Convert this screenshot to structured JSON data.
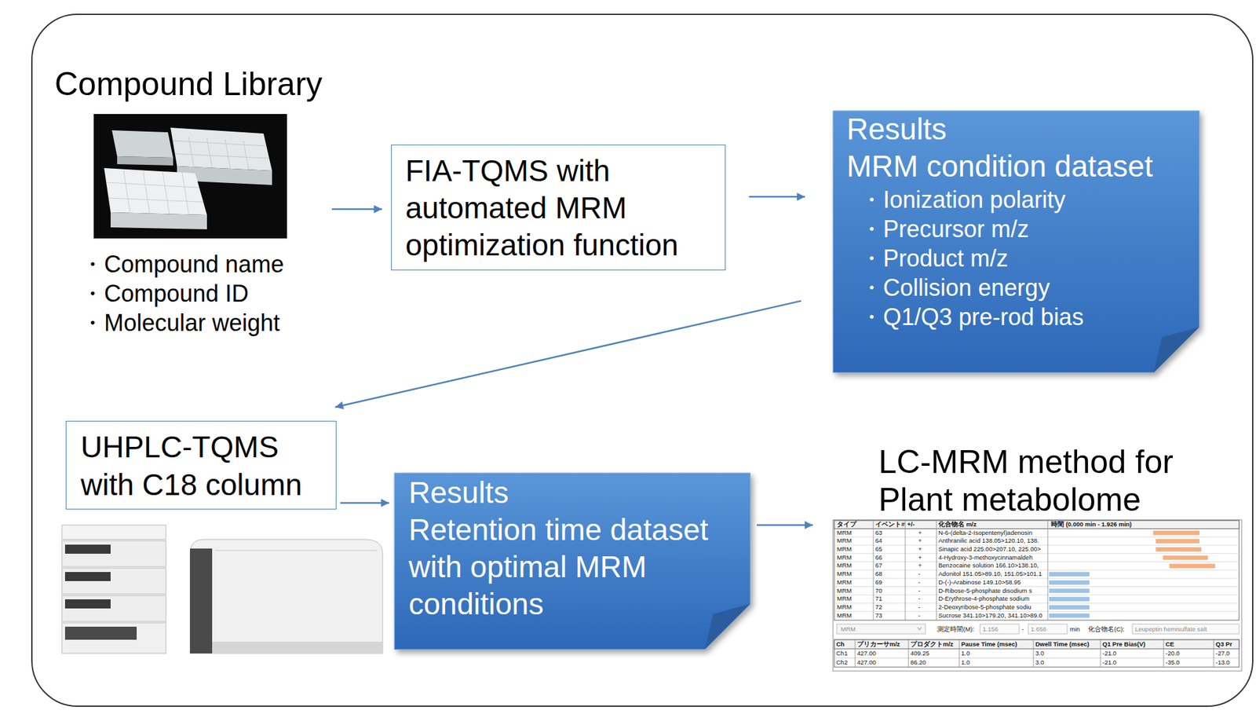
{
  "diagram": {
    "nodes": [
      {
        "text": [
          "Compound Library",
          "・Compound name",
          "・Compound ID",
          "・Molecular weight"
        ]
      },
      {
        "text": [
          "FIA-TQMS with automated MRM optimization function"
        ]
      },
      {
        "text": [
          "Results",
          "MRM condition dataset",
          "・Ionization polarity",
          "・Precursor m/z",
          "・Product m/z",
          "・Collision energy",
          "・Q1/Q3 pre-rod bias"
        ]
      },
      {
        "text": [
          "UHPLC-TQMS with C18 column"
        ]
      },
      {
        "text": [
          "Results",
          "Retention time dataset with optimal MRM conditions"
        ]
      },
      {
        "text": [
          "LC-MRM method for Plant metabolome"
        ]
      }
    ],
    "edges": [
      {
        "from": 0,
        "to": 1,
        "arrow": "to"
      },
      {
        "from": 1,
        "to": 2,
        "arrow": "to"
      },
      {
        "from": 2,
        "to": 3,
        "arrow": "to"
      },
      {
        "from": 3,
        "to": 4,
        "arrow": "to"
      },
      {
        "from": 4,
        "to": 5,
        "arrow": "to"
      }
    ],
    "labels": [
      "タイプ",
      "イベント#",
      "+/-",
      "化合物名 m/z",
      "時間 (0.000 min - 1.926 min)",
      "MRM",
      "63",
      "+",
      "N-6-(delta-2-Isopentenyl)adenosin",
      "MRM",
      "64",
      "+",
      "Anthranilic acid 138.05>120.10, 138.",
      "MRM",
      "65",
      "+",
      "Sinapic acid 225.00>207.10, 225.00>",
      "MRM",
      "66",
      "+",
      "4-Hydroxy-3-methoxycinnamaldeh",
      "MRM",
      "67",
      "+",
      "Benzocaine solution 166.10>138.10,",
      "MRM",
      "68",
      "-",
      "Adonitol 151.05>89.10, 151.05>101.1",
      "MRM",
      "69",
      "-",
      "D-(-)-Arabinose 149.10>58.95",
      "MRM",
      "70",
      "-",
      "D-Ribose-5-phosphate disodium s",
      "MRM",
      "71",
      "-",
      "D-Erythrose-4-phosphate sodium",
      "MRM",
      "72",
      "-",
      "2-Deoxyribose-5-phosphate sodiu",
      "MRM",
      "73",
      "-",
      "Sucrose 341.10>179.20, 341.10>89.0",
      "MRM",
      "測定時間(M):",
      "1.156",
      "-",
      "1.656",
      "min",
      "化合物名(C):",
      "Leupeptin hemisulfate salt",
      "Ch",
      "プリカーサm/z",
      "プロダクトm/z",
      "Pause Time (msec)",
      "Dwell Time (msec)",
      "Q1 Pre Bias(V)",
      "CE",
      "Q3 Pr",
      "Ch1",
      "427.00",
      "409.25",
      "1.0",
      "3.0",
      "-21.0",
      "-20.0",
      "-27.0",
      "Ch2",
      "427.00",
      "86.20",
      "1.0",
      "3.0",
      "-21.0",
      "-35.0",
      "-13.0"
    ]
  }
}
